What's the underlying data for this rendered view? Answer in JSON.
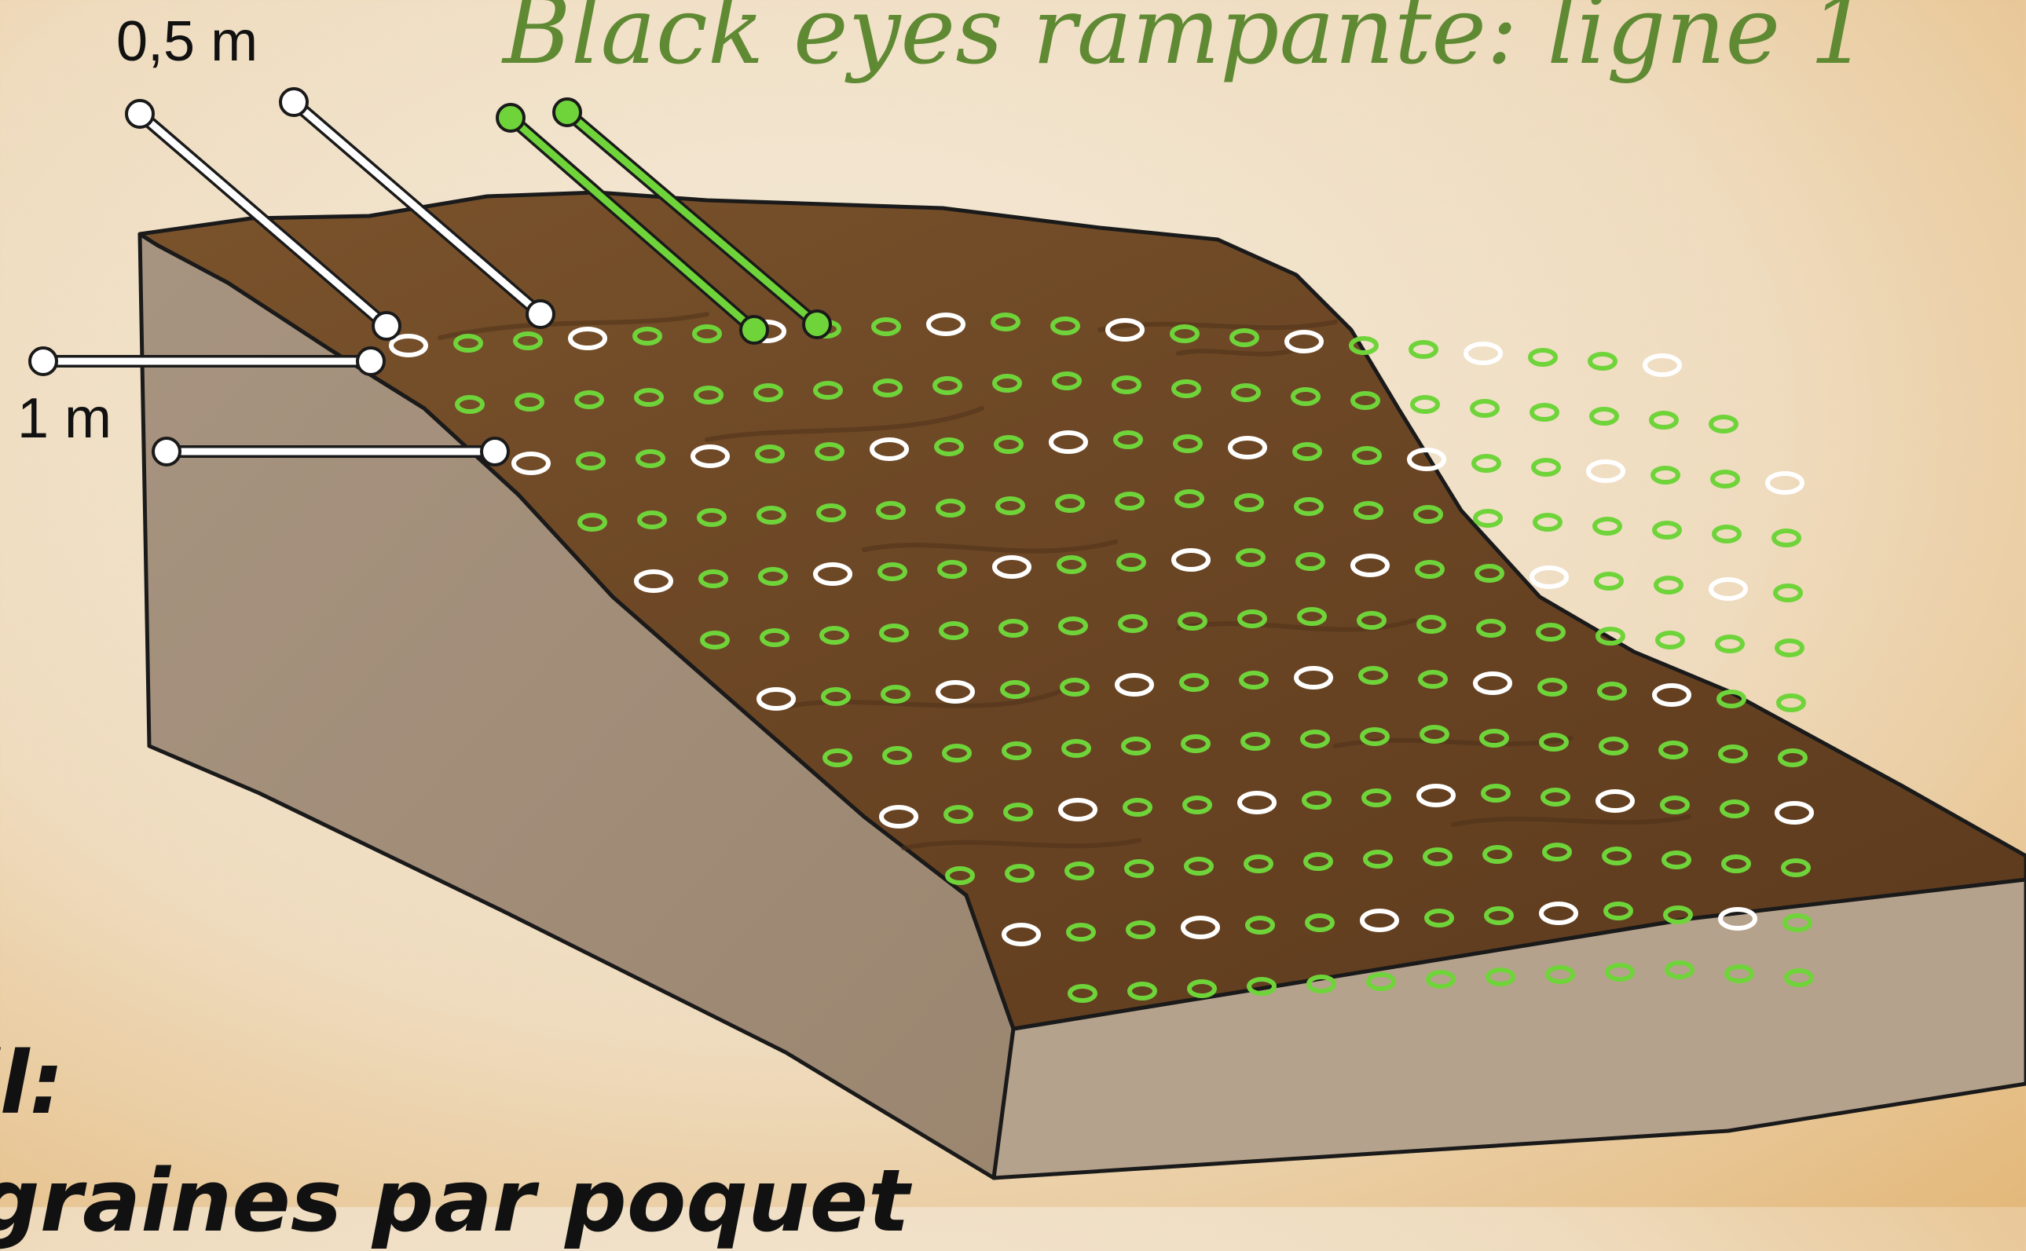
{
  "title": "Black eyes rampante: ligne 1",
  "dimensions": {
    "row_spacing": "0,5 m",
    "plant_spacing": "1 m"
  },
  "notes": {
    "line1": "il:",
    "line2": "graines par poquet"
  },
  "colors": {
    "title": "#5f8a33",
    "green_markers": "#6fd43a",
    "white_markers": "#ffffff",
    "soil_top": "#6b4626",
    "soil_side": "#a89480"
  },
  "legend": {
    "white_marker": "white-ring",
    "green_marker": "green-ring"
  }
}
